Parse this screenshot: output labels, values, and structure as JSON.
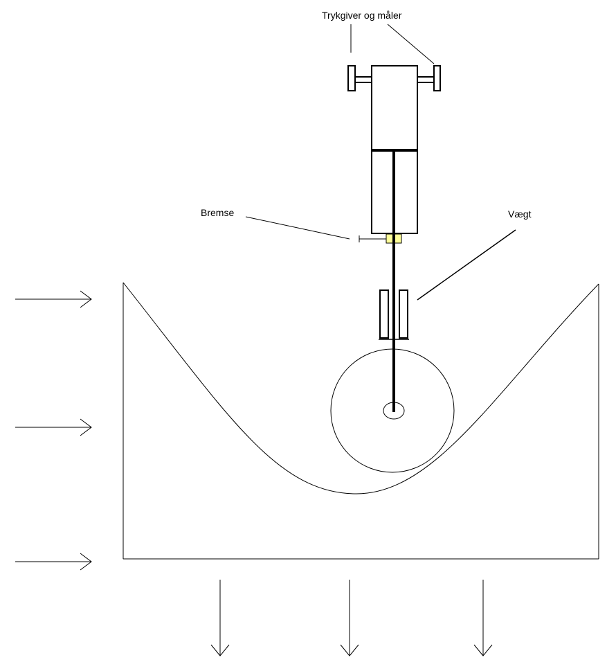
{
  "labels": {
    "pressure": "Trykgiver og måler",
    "brake": "Bremse",
    "weight": "Vægt"
  },
  "colors": {
    "line": "#000000",
    "brake_block": "#ffff99"
  }
}
